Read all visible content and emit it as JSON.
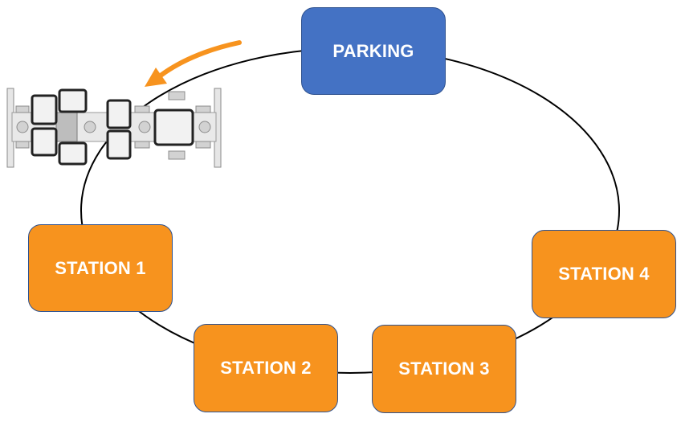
{
  "colors": {
    "parking_fill": "#4472c4",
    "station_fill": "#f7931e",
    "node_border": "#2f528f",
    "arrow": "#f7931e",
    "loop_line": "#000000"
  },
  "nodes": {
    "parking": {
      "label": "PARKING"
    },
    "station_1": {
      "label": "STATION 1"
    },
    "station_2": {
      "label": "STATION 2"
    },
    "station_3": {
      "label": "STATION 3"
    },
    "station_4": {
      "label": "STATION 4"
    }
  },
  "icons": {
    "direction_arrow": "curved-arrow-left",
    "vehicle": "shuttle-carrier-topview"
  }
}
